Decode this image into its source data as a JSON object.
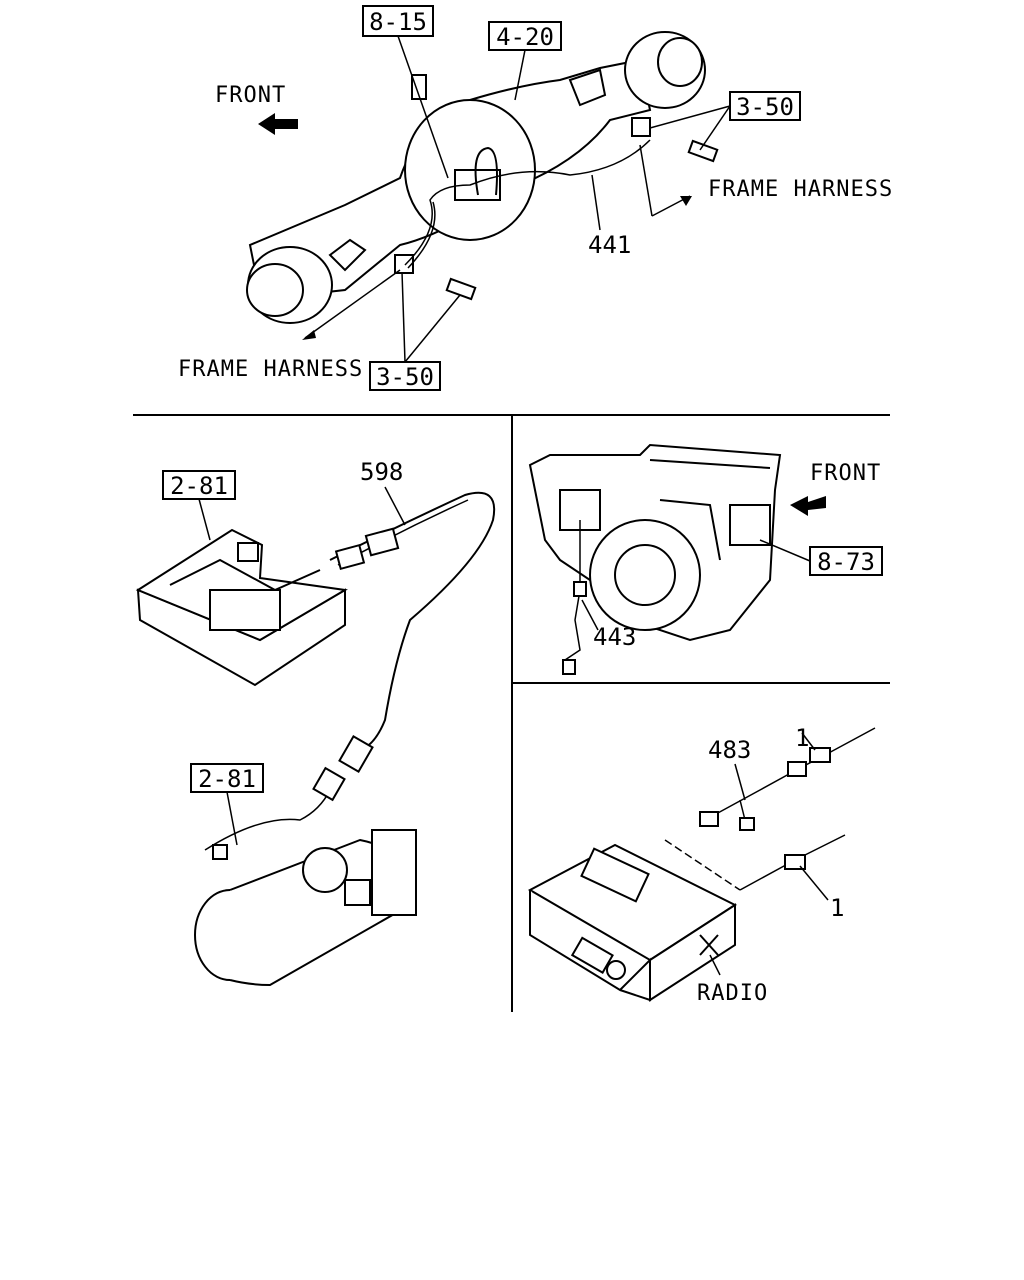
{
  "top": {
    "front_label": "FRONT",
    "frame_harness_right": "FRAME HARNESS",
    "frame_harness_left": "FRAME HARNESS",
    "ref_8_15": "8-15",
    "ref_4_20": "4-20",
    "ref_3_50_top": "3-50",
    "ref_3_50_bottom": "3-50",
    "part_441": "441"
  },
  "left_panel": {
    "part_598": "598",
    "ref_2_81_top": "2-81",
    "ref_2_81_bottom": "2-81"
  },
  "right_top_panel": {
    "front_label": "FRONT",
    "ref_8_73": "8-73",
    "part_443": "443"
  },
  "right_bottom_panel": {
    "part_1_top": "1",
    "part_483": "483",
    "part_1_bottom": "1",
    "radio_label": "RADIO"
  }
}
